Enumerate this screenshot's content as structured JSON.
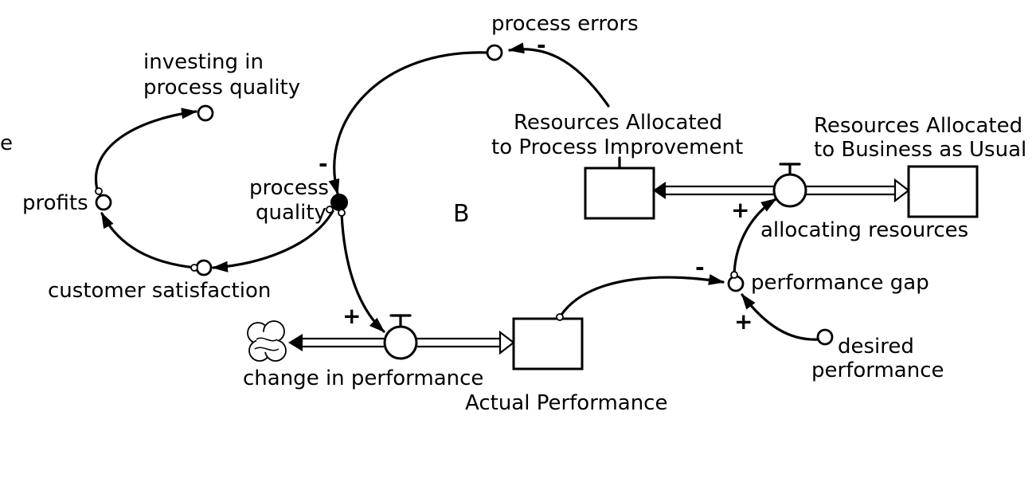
{
  "diagram": {
    "loop_label": "B",
    "labels": {
      "process_errors": "process errors",
      "investing_line1": "investing in",
      "investing_line2": "process quality",
      "process_quality_line1": "process",
      "process_quality_line2": "quality",
      "profits": "profits",
      "customer_satisfaction": "customer satisfaction",
      "rapi_line1": "Resources Allocated",
      "rapi_line2": "to Process Improvement",
      "rabu_line1": "Resources Allocated",
      "rabu_line2": "to Business as Usual",
      "allocating_resources": "allocating resources",
      "performance_gap": "performance gap",
      "desired_performance_line1": "desired",
      "desired_performance_line2": "performance",
      "change_in_performance": "change in performance",
      "actual_performance": "Actual Performance",
      "edge_fragment": "e"
    },
    "polarities": {
      "errors_in": "-",
      "quality_in": "-",
      "change_in": "+",
      "allocating_in": "+",
      "gap_from_actual": "-",
      "gap_from_desired": "+"
    }
  }
}
